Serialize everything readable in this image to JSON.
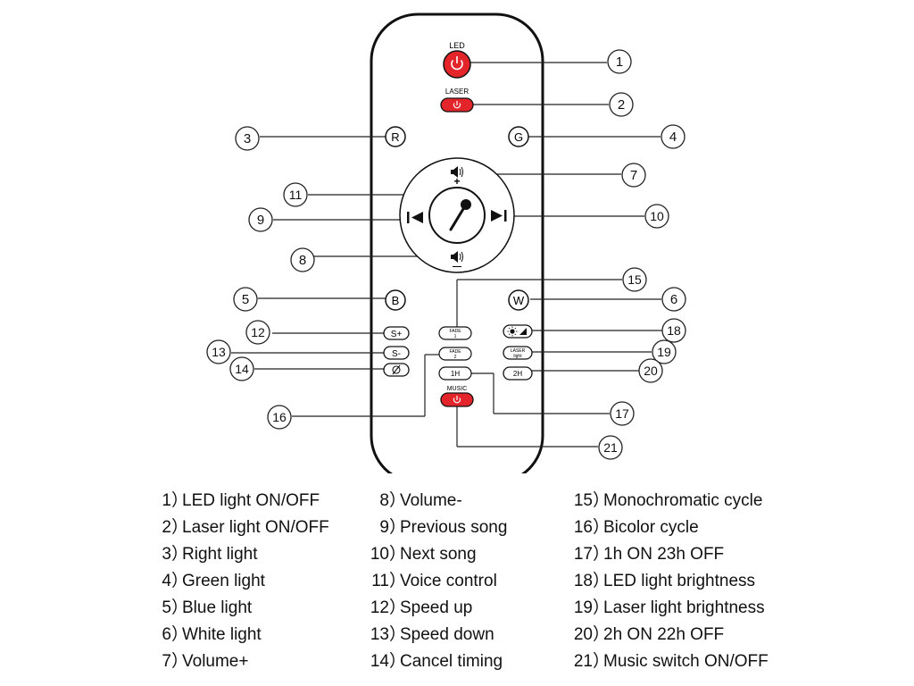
{
  "remote": {
    "led_label": "LED",
    "laser_label": "LASER",
    "music_label": "MUSIC",
    "letters": {
      "R": "R",
      "G": "G",
      "B": "B",
      "W": "W"
    },
    "vol_plus_sign": "+",
    "vol_minus_sign": "—",
    "speed_up": "S+",
    "speed_down": "S-",
    "fade1": [
      "FADE",
      "1"
    ],
    "fade2": [
      "FADE",
      "2"
    ],
    "one_hour": "1H",
    "two_hour": "2H",
    "laser_light": [
      "LASER",
      "light"
    ],
    "icons": {
      "power": "power-icon",
      "speaker": "speaker-icon",
      "microphone": "microphone-icon",
      "prev": "previous-track-icon",
      "next": "next-track-icon",
      "cancel": "cancel-timing-icon",
      "brightness": "brightness-icon"
    },
    "colors": {
      "red": "#e3242b",
      "outline": "#1a1a1a"
    }
  },
  "callouts": [
    "1",
    "2",
    "3",
    "4",
    "5",
    "6",
    "7",
    "8",
    "9",
    "10",
    "11",
    "12",
    "13",
    "14",
    "15",
    "16",
    "17",
    "18",
    "19",
    "20",
    "21"
  ],
  "legend": {
    "col1": [
      {
        "num": "1",
        "text": "LED light ON/OFF"
      },
      {
        "num": "2",
        "text": "Laser light ON/OFF"
      },
      {
        "num": "3",
        "text": "Right light"
      },
      {
        "num": "4",
        "text": "Green light"
      },
      {
        "num": "5",
        "text": "Blue light"
      },
      {
        "num": "6",
        "text": "White light"
      },
      {
        "num": "7",
        "text": "Volume+"
      }
    ],
    "col2": [
      {
        "num": "8",
        "text": "Volume-"
      },
      {
        "num": "9",
        "text": "Previous song"
      },
      {
        "num": "10",
        "text": "Next song"
      },
      {
        "num": "11",
        "text": "Voice control"
      },
      {
        "num": "12",
        "text": "Speed up"
      },
      {
        "num": "13",
        "text": "Speed down"
      },
      {
        "num": "14",
        "text": "Cancel timing"
      }
    ],
    "col3": [
      {
        "num": "15",
        "text": "Monochromatic cycle"
      },
      {
        "num": "16",
        "text": "Bicolor cycle"
      },
      {
        "num": "17",
        "text": "1h ON 23h OFF"
      },
      {
        "num": "18",
        "text": "LED light brightness"
      },
      {
        "num": "19",
        "text": "Laser light brightness"
      },
      {
        "num": "20",
        "text": "2h ON 22h OFF"
      },
      {
        "num": "21",
        "text": "Music switch ON/OFF"
      }
    ],
    "separator": "）"
  }
}
